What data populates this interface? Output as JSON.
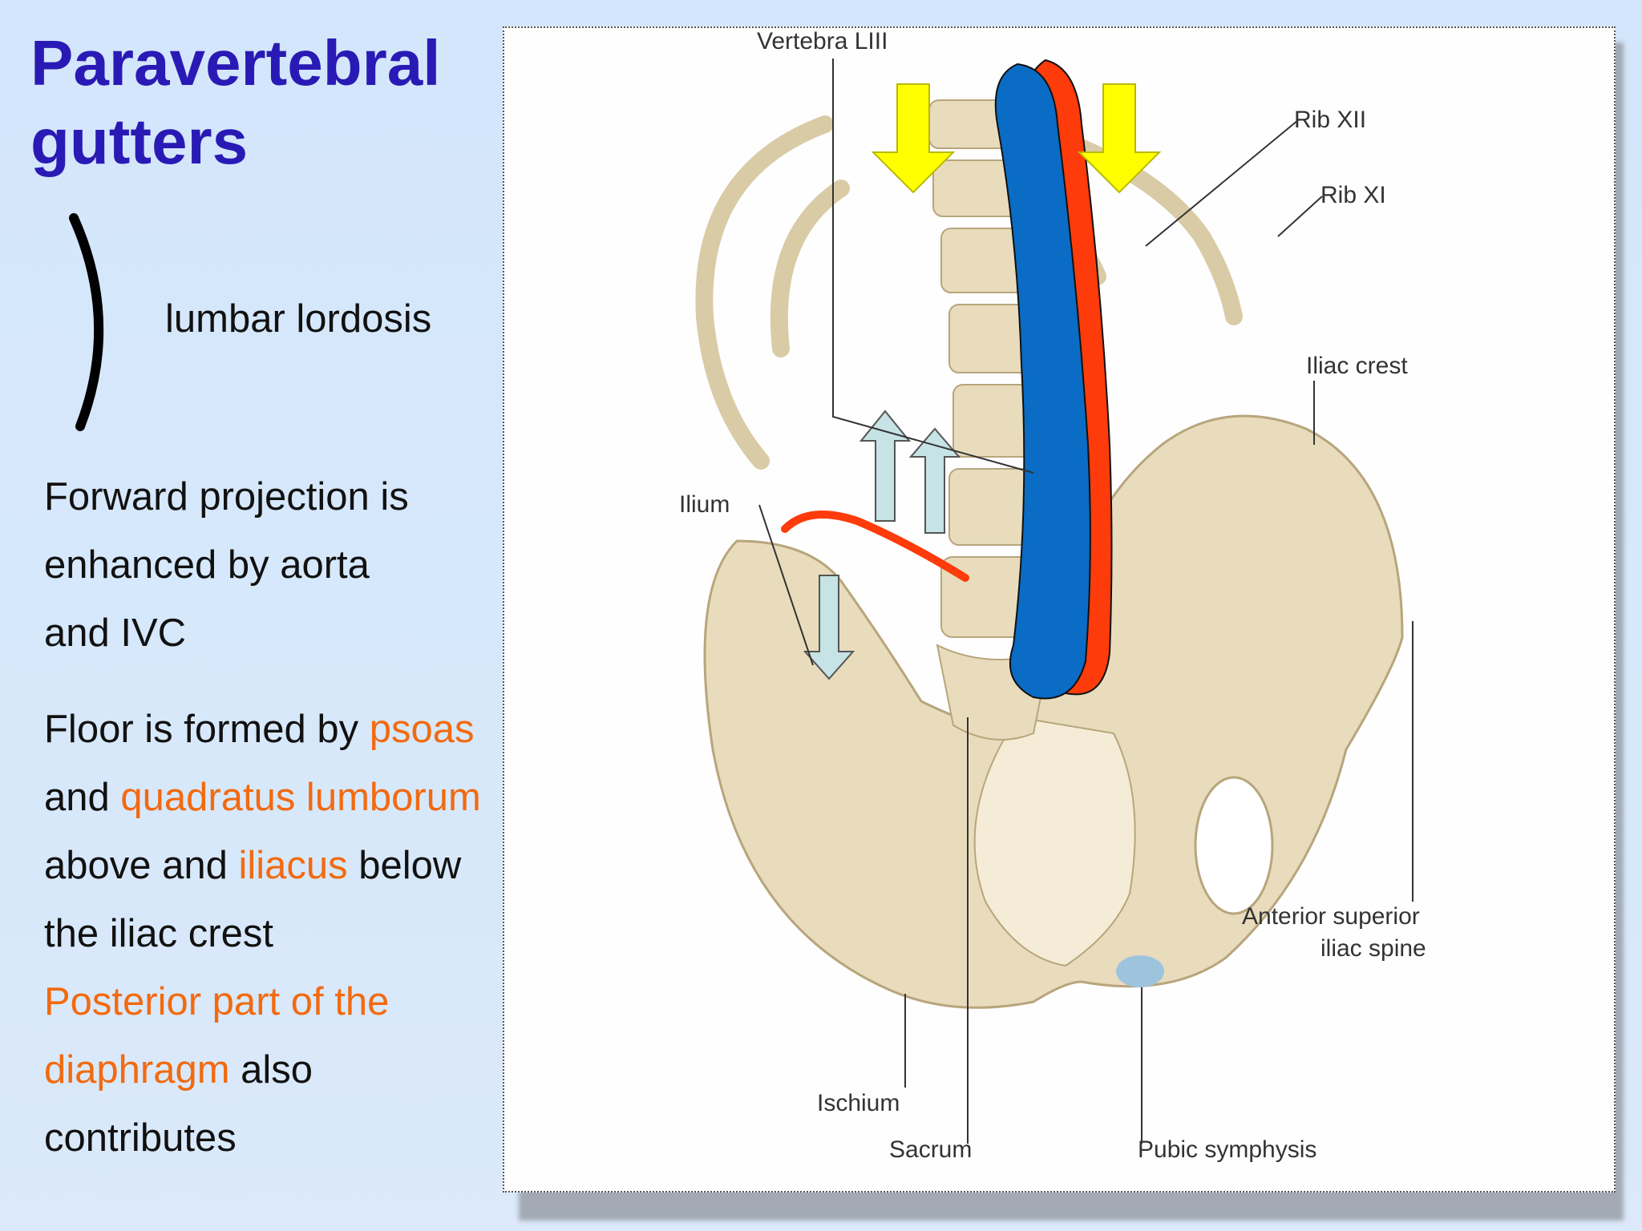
{
  "slide": {
    "title_line1": "Paravertebral",
    "title_line2": "gutters",
    "lordosis_label": "lumbar lordosis",
    "para1": [
      "Forward projection is",
      "enhanced by aorta",
      "and IVC"
    ],
    "para2": {
      "l1_a": "Floor is formed by ",
      "l1_b": "psoas",
      "l2_a": "and ",
      "l2_b": "quadratus lumborum",
      "l3_a": "above and ",
      "l3_b": "iliacus",
      "l3_c": " below",
      "l4": "the iliac crest",
      "l5": "Posterior part of the",
      "l6_a": "diaphragm",
      "l6_b": " also",
      "l7": "contributes"
    },
    "highlight_color": "#f26a10",
    "title_color": "#2a1ab5"
  },
  "figure": {
    "labels": {
      "vertebra": "Vertebra LIII",
      "rib12": "Rib XII",
      "rib11": "Rib XI",
      "iliac_crest": "Iliac crest",
      "ilium": "Ilium",
      "asis_1": "Anterior superior",
      "asis_2": "iliac spine",
      "ischium": "Ischium",
      "sacrum": "Sacrum",
      "pubic": "Pubic symphysis"
    },
    "colors": {
      "ivc": "#0a6cc4",
      "aorta": "#fe3b0b",
      "down_arrows": "#ffff00",
      "small_arrows": "#c6e3e6",
      "bone": "#e8dcbd"
    }
  }
}
